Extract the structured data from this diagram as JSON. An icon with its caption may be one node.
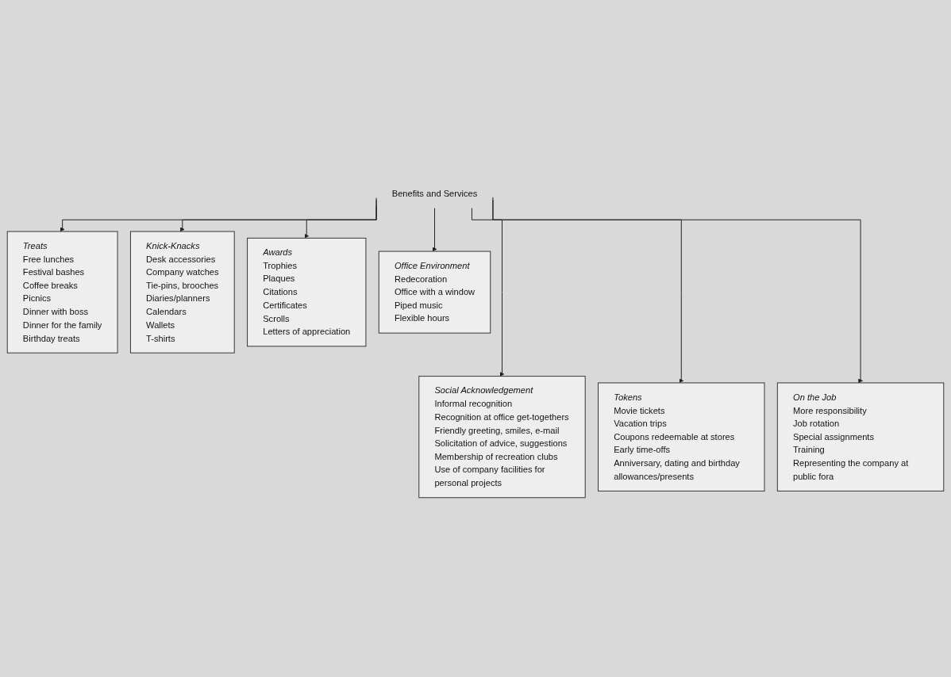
{
  "diagram": {
    "nodes": [
      {
        "text": [
          "Benefits and Services"
        ]
      },
      {
        "text": [
          "Treats",
          "Free lunches",
          "Festival bashes",
          "Coffee breaks",
          "Picnics",
          "Dinner with boss",
          "Dinner for the family",
          "Birthday treats"
        ]
      },
      {
        "text": [
          "Knick-Knacks",
          "Desk accessories",
          "Company watches",
          "Tie-pins, brooches",
          "Diaries/planners",
          "Calendars",
          "Wallets",
          "T-shirts"
        ]
      },
      {
        "text": [
          "Awards",
          "Trophies",
          "Plaques",
          "Citations",
          "Certificates",
          "Scrolls",
          "Letters of appreciation"
        ]
      },
      {
        "text": [
          "Office Environment",
          "Redecoration",
          "Office with a window",
          "Piped music",
          "Flexible hours"
        ]
      },
      {
        "text": [
          "Social Acknowledgement",
          "Informal recognition",
          "Recognition at office get-togethers",
          "Friendly greeting, smiles, e-mail",
          "Solicitation of advice, suggestions",
          "Membership of recreation clubs",
          "Use of company facilities for personal projects"
        ]
      },
      {
        "text": [
          "Tokens",
          "Movie tickets",
          "Vacation trips",
          "Coupons redeemable at stores",
          "Early time-offs",
          "Anniversary, dating and birthday allowances/presents"
        ]
      },
      {
        "text": [
          "On the Job",
          "More responsibility",
          "Job rotation",
          "Special assignments",
          "Training",
          "Representing the company at public fora"
        ]
      }
    ],
    "edges": [
      {
        "from": 0,
        "to": 1,
        "arrow": "to"
      },
      {
        "from": 0,
        "to": 2,
        "arrow": "to"
      },
      {
        "from": 0,
        "to": 3,
        "arrow": "to"
      },
      {
        "from": 0,
        "to": 4,
        "arrow": "to"
      },
      {
        "from": 0,
        "to": 5,
        "arrow": "to"
      },
      {
        "from": 0,
        "to": 6,
        "arrow": "to"
      },
      {
        "from": 0,
        "to": 7,
        "arrow": "to"
      }
    ]
  }
}
